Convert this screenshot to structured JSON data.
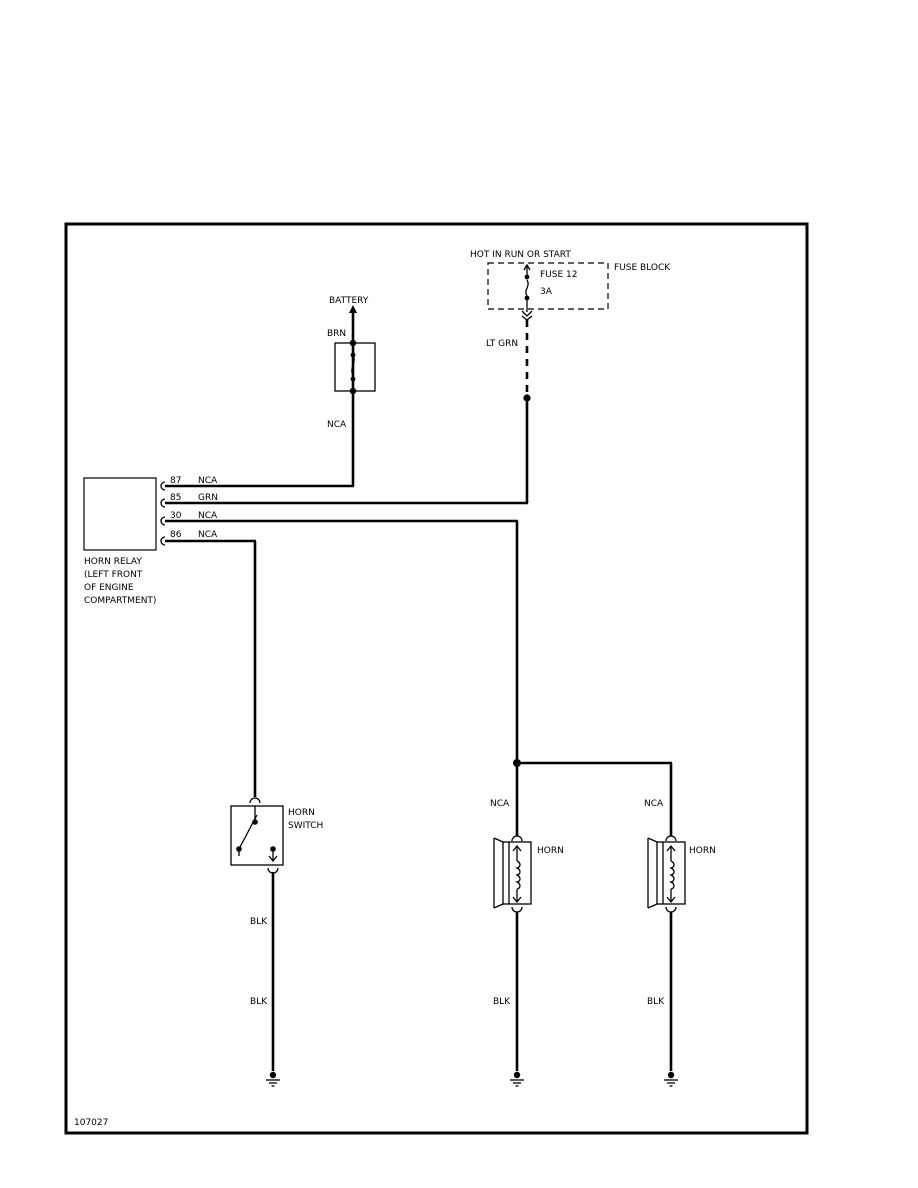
{
  "diagram_id": "107027",
  "battery": {
    "label": "BATTERY",
    "wire_color": "BRN",
    "wire_below": "NCA"
  },
  "fuse_block": {
    "header": "HOT IN RUN OR START",
    "label": "FUSE BLOCK",
    "fuse_name": "FUSE 12",
    "fuse_rating": "3A",
    "wire_color": "LT GRN"
  },
  "relay": {
    "label_lines": [
      "HORN RELAY",
      "(LEFT FRONT",
      "OF ENGINE",
      "COMPARTMENT)"
    ],
    "pins": [
      {
        "pin": "87",
        "wire": "NCA"
      },
      {
        "pin": "85",
        "wire": "GRN"
      },
      {
        "pin": "30",
        "wire": "NCA"
      },
      {
        "pin": "86",
        "wire": "NCA"
      }
    ]
  },
  "horn_switch": {
    "label_lines": [
      "HORN",
      "SWITCH"
    ],
    "wire_below_1": "BLK",
    "wire_below_2": "BLK"
  },
  "horns": [
    {
      "label": "HORN",
      "wire_above": "NCA",
      "wire_below": "BLK"
    },
    {
      "label": "HORN",
      "wire_above": "NCA",
      "wire_below": "BLK"
    }
  ]
}
